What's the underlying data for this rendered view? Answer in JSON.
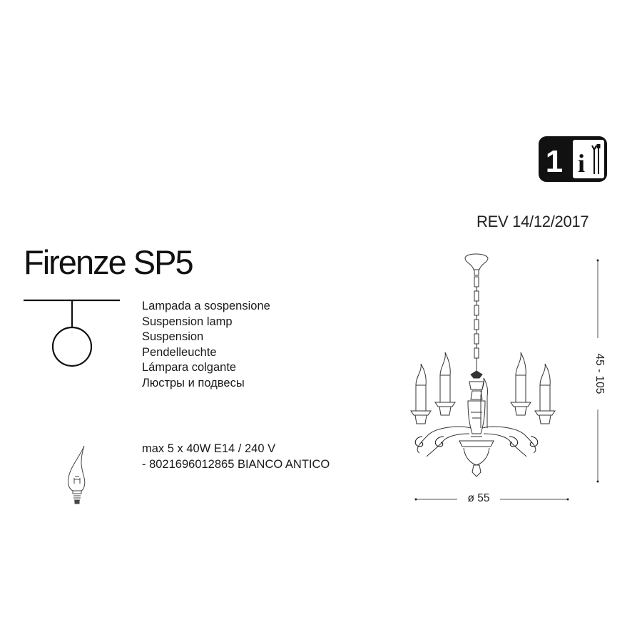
{
  "badge": {
    "number": "1",
    "info_glyph": "i",
    "icons": [
      "info-icon",
      "screwdriver-icon",
      "tool-icon"
    ]
  },
  "revision": "REV 14/12/2017",
  "product": {
    "title": "Firenze SP5",
    "symbol": "suspension-lamp-symbol-icon",
    "descriptions": [
      "Lampada a sospensione",
      "Suspension lamp",
      "Suspension",
      "Pendelleuchte",
      "Lámpara colgante",
      "Люстры и подвесы"
    ]
  },
  "specs": {
    "bulb_icon": "candle-bulb-icon",
    "power": "max 5 x 40W E14 / 240 V",
    "code_line": "- 8021696012865 BIANCO ANTICO"
  },
  "dimensions": {
    "height": "45 - 105",
    "diameter": "ø 55"
  },
  "colors": {
    "ink": "#1a1a1a",
    "background": "#ffffff"
  }
}
